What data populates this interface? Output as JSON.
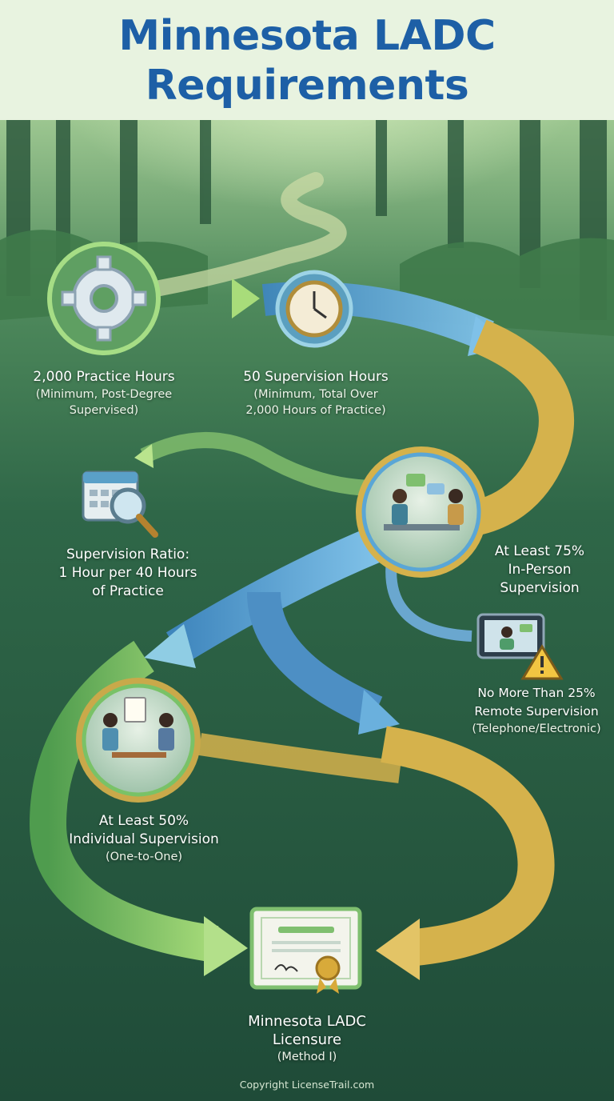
{
  "title": {
    "line1": "Minnesota LADC",
    "line2": "Requirements"
  },
  "steps": {
    "practice_hours": {
      "heading": "2,000 Practice Hours",
      "line1": "(Minimum, Post-Degree",
      "line2": "Supervised)",
      "icon": "gear-icon"
    },
    "supervision_hours": {
      "heading": "50 Supervision Hours",
      "line1": "(Minimum, Total Over",
      "line2": "2,000 Hours of Practice)",
      "icon": "clock-icon"
    },
    "ratio": {
      "line1": "Supervision Ratio:",
      "line2": "1 Hour per 40 Hours",
      "line3": "of Practice",
      "icon": "calendar-magnifier-icon"
    },
    "in_person": {
      "line1": "At Least 75%",
      "line2": "In-Person",
      "line3": "Supervision",
      "icon": "meeting-icon"
    },
    "remote": {
      "line1": "No More Than 25%",
      "line2": "Remote Supervision",
      "line3": "(Telephone/Electronic)",
      "icon": "tablet-warning-icon"
    },
    "individual": {
      "line1": "At Least 50%",
      "line2": "Individual Supervision",
      "line3": "(One-to-One)",
      "icon": "one-to-one-icon"
    },
    "licensure": {
      "line1": "Minnesota LADC",
      "line2": "Licensure",
      "line3": "(Method I)",
      "icon": "certificate-icon"
    }
  },
  "copyright": "Copyright LicenseTrail.com",
  "colors": {
    "title": "#1d5fa6",
    "green_arrow": "#79c267",
    "blue_arrow": "#5aa6d6",
    "gold_arrow": "#d5b24c",
    "forest": "#24543f"
  }
}
